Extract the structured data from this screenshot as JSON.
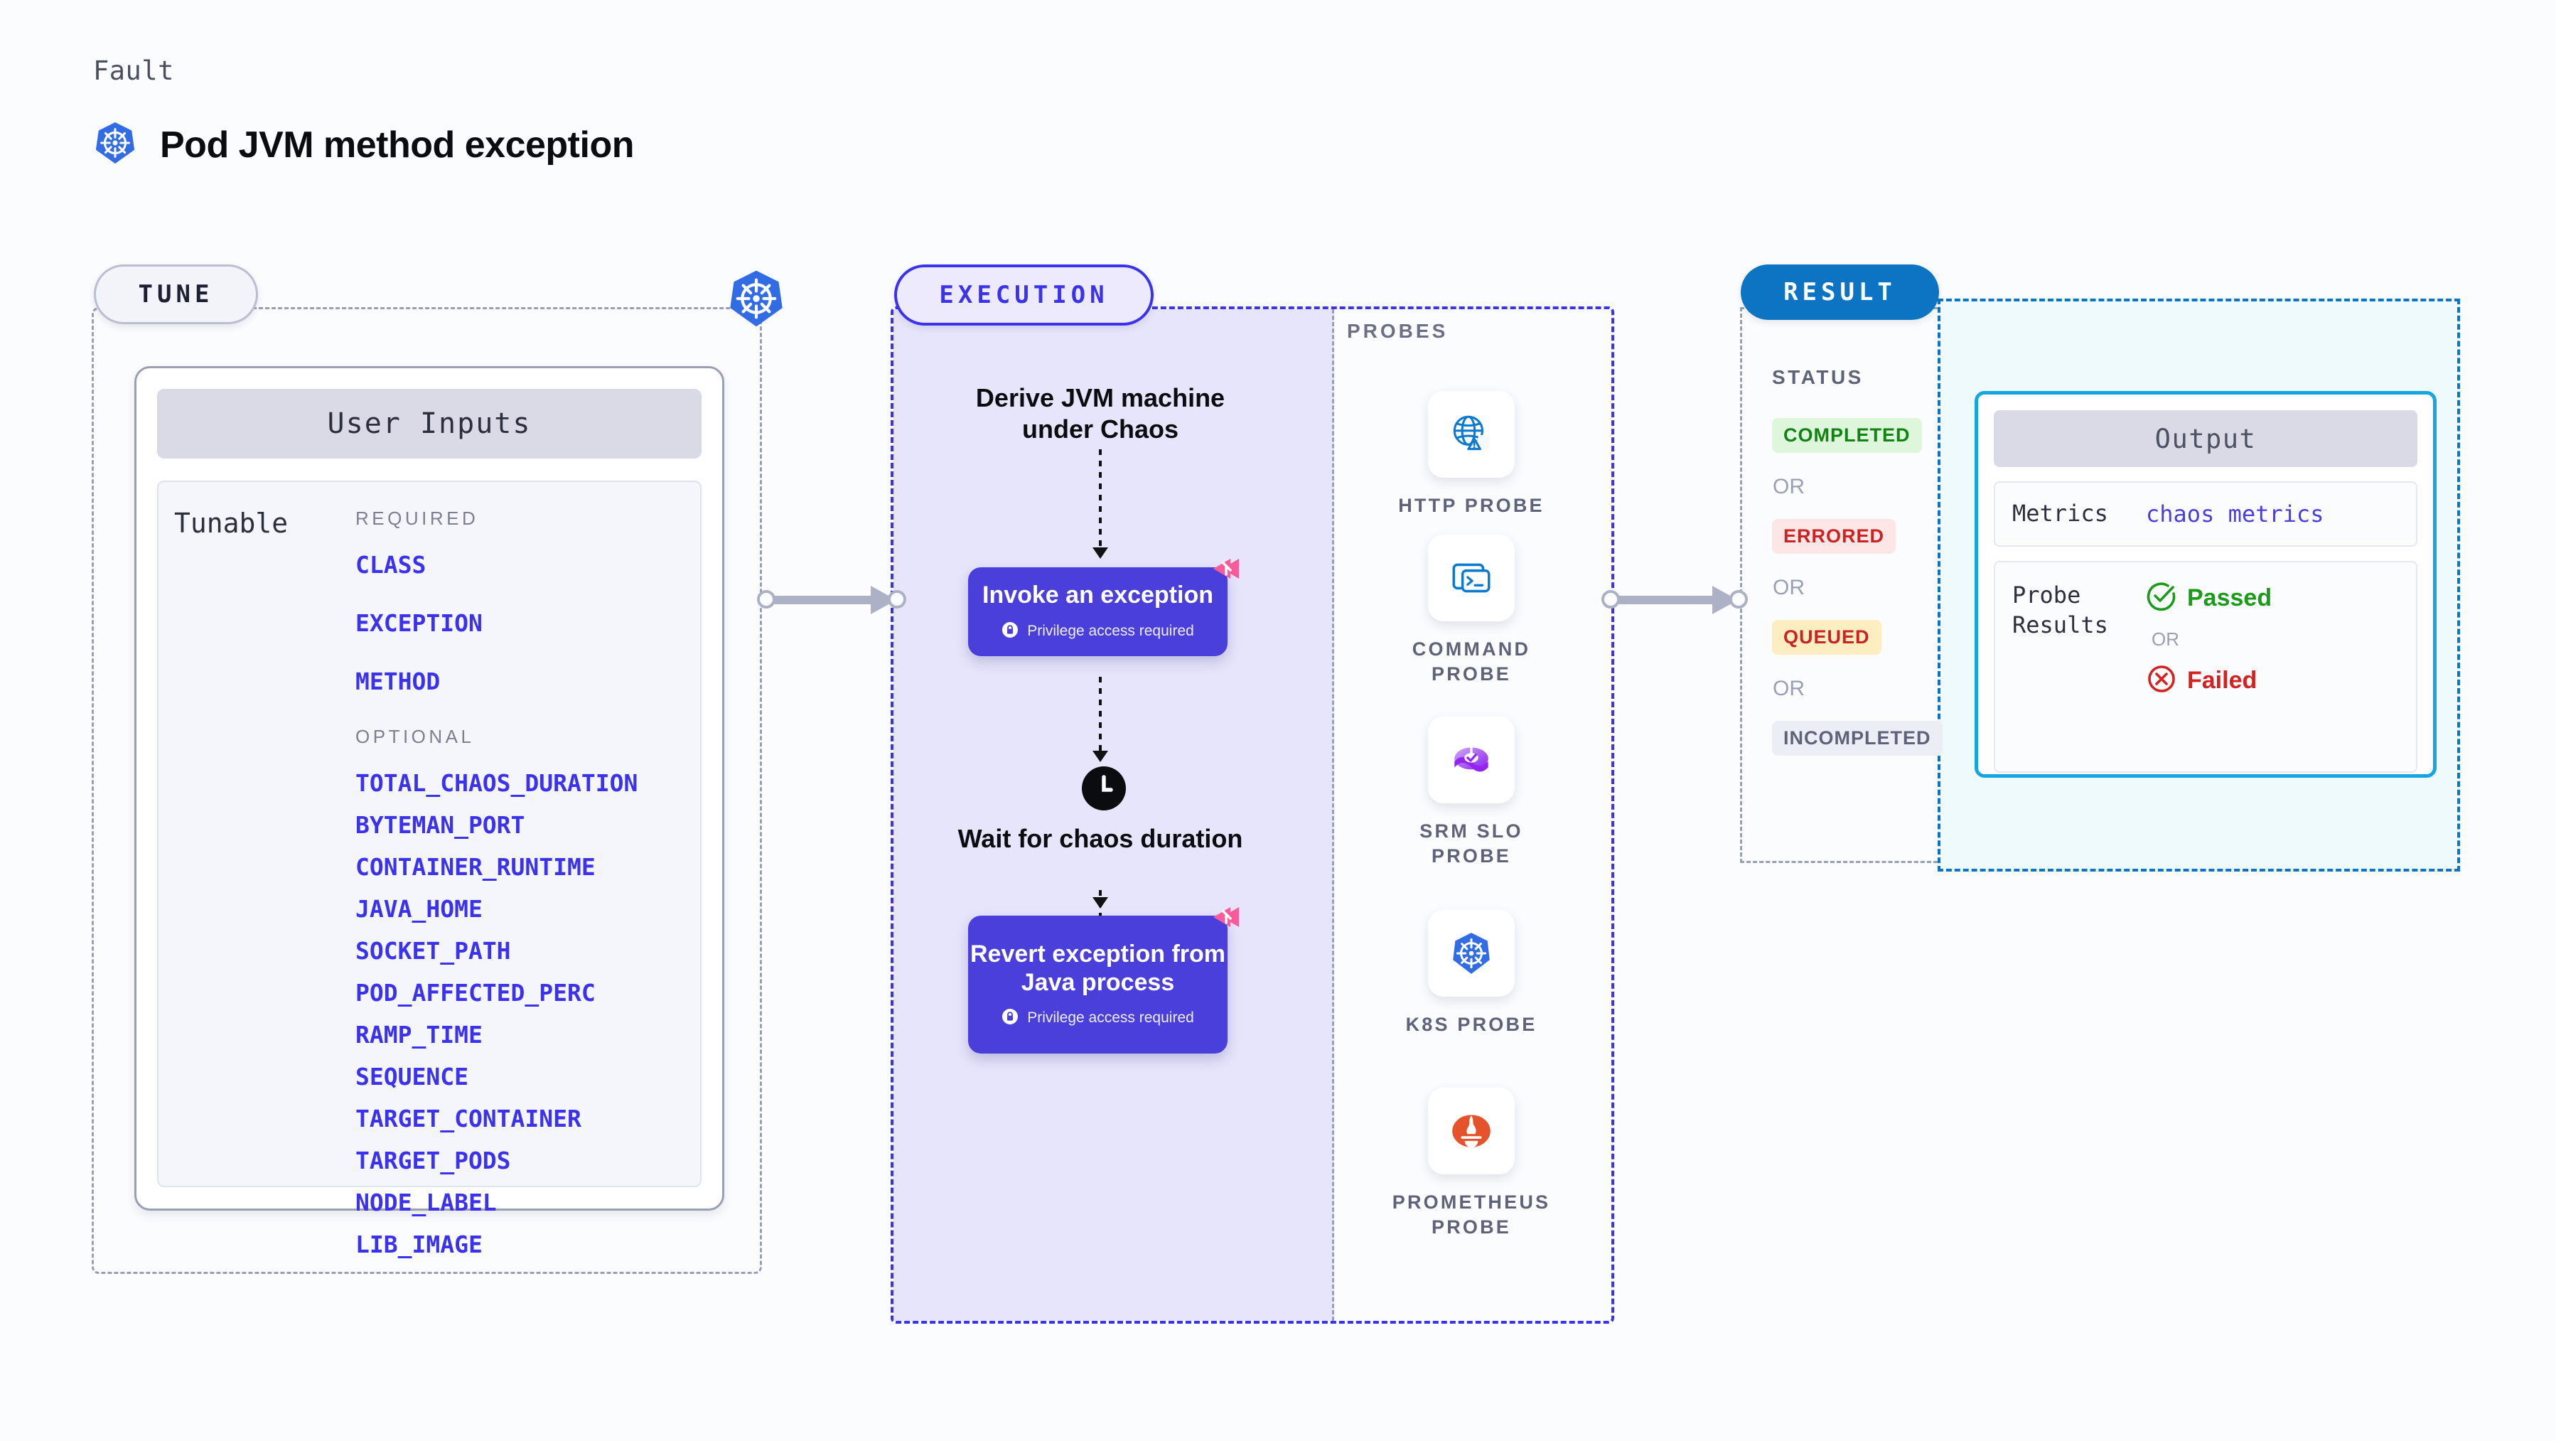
{
  "header": {
    "kicker": "Fault",
    "title": "Pod JVM method exception",
    "icon": "kubernetes-icon"
  },
  "tune": {
    "badge": "TUNE",
    "border_icon": "kubernetes-icon",
    "card_title": "User Inputs",
    "tunable_label": "Tunable",
    "required_heading": "REQUIRED",
    "optional_heading": "OPTIONAL",
    "required": [
      "CLASS",
      "EXCEPTION",
      "METHOD"
    ],
    "optional": [
      "TOTAL_CHAOS_DURATION",
      "BYTEMAN_PORT",
      "CONTAINER_RUNTIME",
      "JAVA_HOME",
      "SOCKET_PATH",
      "POD_AFFECTED_PERC",
      "RAMP_TIME",
      "SEQUENCE",
      "TARGET_CONTAINER",
      "TARGET_PODS",
      "NODE_LABEL",
      "LIB_IMAGE"
    ],
    "param_color": "#3b32ee"
  },
  "execution": {
    "badge": "EXECUTION",
    "accent": "#3b32ee",
    "step_derive": "Derive JVM machine under Chaos",
    "step_wait": "Wait for chaos duration",
    "boxes": [
      {
        "title": "Invoke an exception",
        "privilege": "Privilege access required",
        "badge_icon": "harness-icon",
        "lock_icon": "lock-icon"
      },
      {
        "title": "Revert exception from Java process",
        "privilege": "Privilege access required",
        "badge_icon": "harness-icon",
        "lock_icon": "lock-icon"
      }
    ],
    "wait_icon": "clock-icon",
    "box_color": "#4a3fdb"
  },
  "probes": {
    "label": "PROBES",
    "items": [
      {
        "label": "HTTP PROBE",
        "icon": "globe-warning-icon"
      },
      {
        "label": "COMMAND PROBE",
        "icon": "terminal-icon"
      },
      {
        "label": "SRM SLO PROBE",
        "icon": "srm-slo-icon"
      },
      {
        "label": "K8S PROBE",
        "icon": "kubernetes-icon"
      },
      {
        "label": "PROMETHEUS PROBE",
        "icon": "prometheus-icon"
      }
    ]
  },
  "result": {
    "badge": "RESULT",
    "badge_color": "#0d74c4",
    "status_label": "STATUS",
    "or_text": "OR",
    "statuses": [
      {
        "label": "COMPLETED",
        "bg": "#ddf6dc",
        "fg": "#118311"
      },
      {
        "label": "ERRORED",
        "bg": "#fde6e6",
        "fg": "#cc2222"
      },
      {
        "label": "QUEUED",
        "bg": "#fdeec2",
        "fg": "#cc2222"
      },
      {
        "label": "INCOMPLETED",
        "bg": "#eceef6",
        "fg": "#5e6379"
      }
    ],
    "output": {
      "title": "Output",
      "metrics_key": "Metrics",
      "metrics_value": "chaos metrics",
      "probe_results_key": "Probe Results",
      "passed_label": "Passed",
      "failed_label": "Failed",
      "or_text": "OR",
      "passed_icon": "check-circle-icon",
      "failed_icon": "x-circle-icon",
      "border_color": "#13a6e0"
    }
  },
  "connectors": [
    {
      "name": "tune-to-execution"
    },
    {
      "name": "probes-to-result"
    }
  ]
}
